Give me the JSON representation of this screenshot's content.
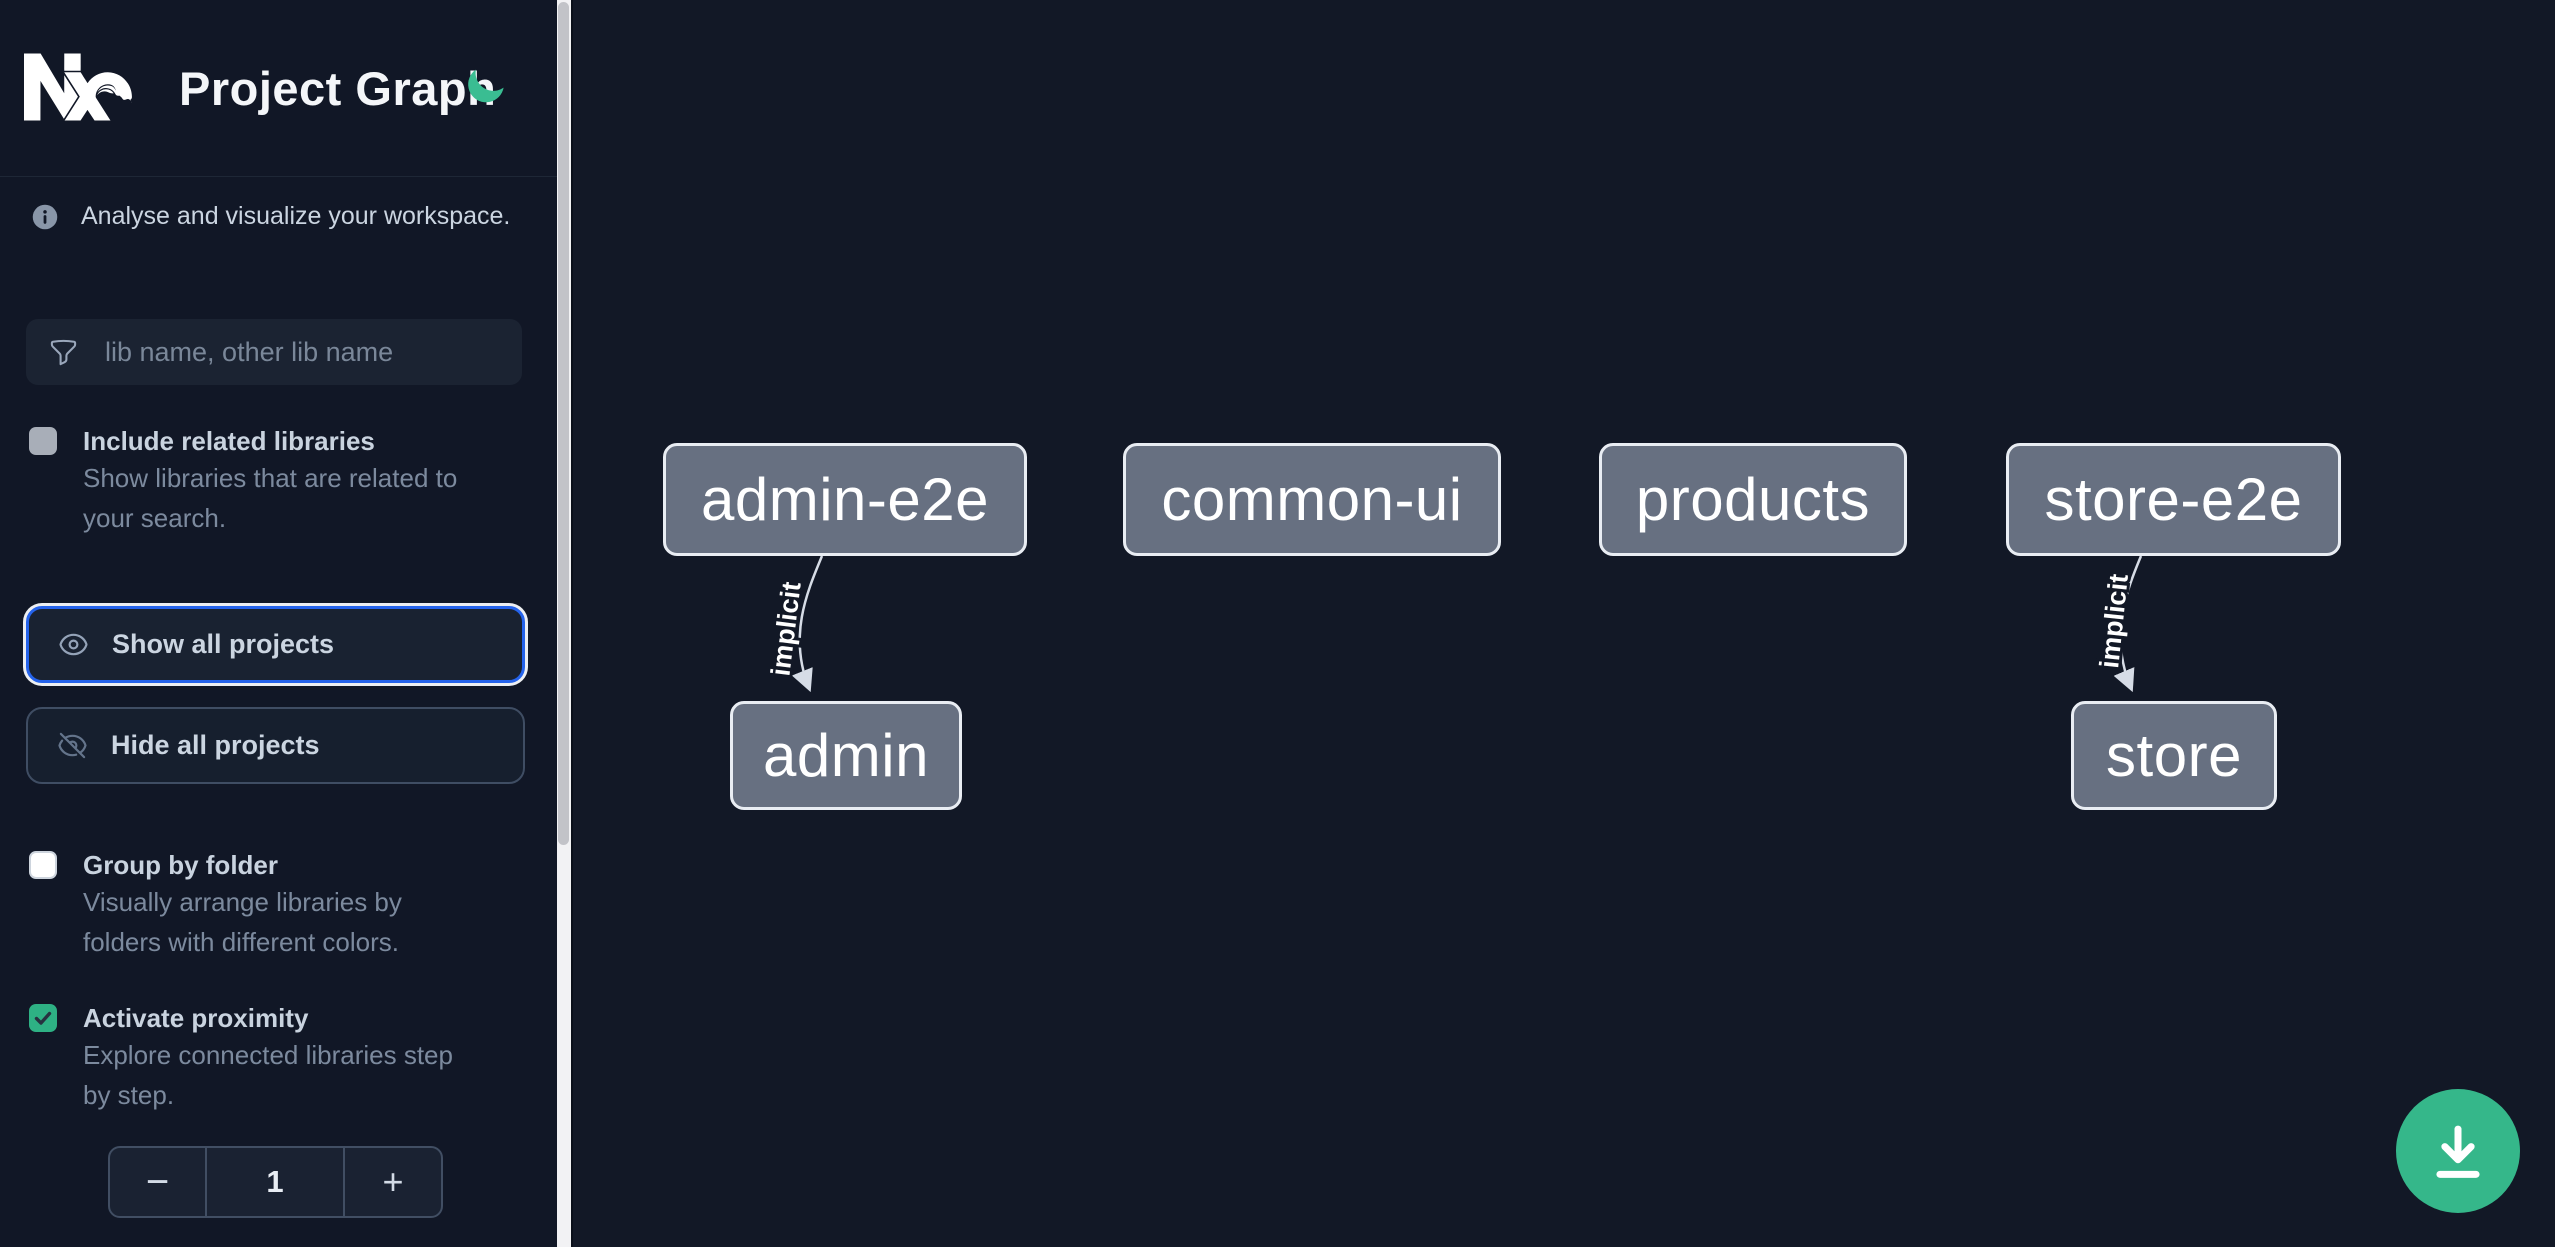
{
  "header": {
    "title": "Project Graph",
    "logo": "nx-logo",
    "theme_toggle_icon": "moon-icon"
  },
  "sidebar": {
    "tagline": "Analyse and visualize your workspace.",
    "tagline_icon": "info-icon",
    "filter": {
      "icon": "funnel-icon",
      "placeholder": "lib name, other lib name",
      "value": ""
    },
    "options": [
      {
        "label": "Include related libraries",
        "description": "Show libraries that are related to your search.",
        "checked": false,
        "disabled": true
      },
      {
        "label": "Group by folder",
        "description": "Visually arrange libraries by folders with different colors.",
        "checked": false,
        "disabled": false
      },
      {
        "label": "Activate proximity",
        "description": "Explore connected libraries step by step.",
        "checked": true,
        "disabled": false
      }
    ],
    "actions": [
      {
        "label": "Show all projects",
        "icon": "eye-icon",
        "focused": true
      },
      {
        "label": "Hide all projects",
        "icon": "eye-off-icon",
        "focused": false
      }
    ],
    "proximity_stepper": {
      "decrement": "−",
      "value": "1",
      "increment": "+"
    }
  },
  "graph": {
    "nodes": [
      {
        "label": "admin-e2e"
      },
      {
        "label": "common-ui"
      },
      {
        "label": "products"
      },
      {
        "label": "store-e2e"
      },
      {
        "label": "admin"
      },
      {
        "label": "store"
      }
    ],
    "edges": [
      {
        "from": "admin-e2e",
        "to": "admin",
        "label": "implicit"
      },
      {
        "from": "store-e2e",
        "to": "store",
        "label": "implicit"
      }
    ]
  },
  "fab": {
    "icon": "download-icon"
  },
  "colors": {
    "canvas_bg": "#121826",
    "accent_green": "#35b78a",
    "focus_blue": "#2563eb",
    "checkbox_checked": "#2eb184",
    "node_fill": "#677081",
    "node_border": "#e9edf3",
    "edge": "#d6dce6"
  }
}
